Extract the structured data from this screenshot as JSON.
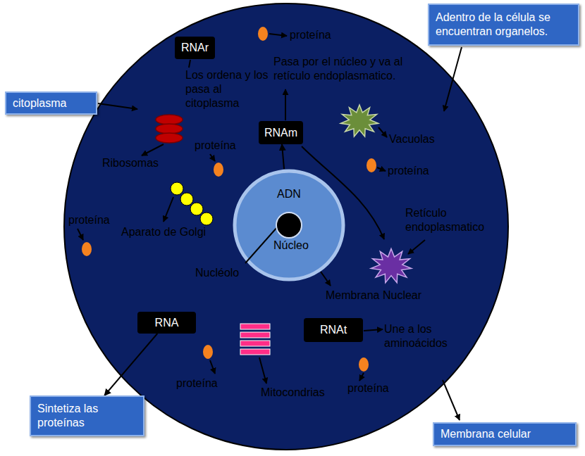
{
  "diagram": {
    "nodes": [
      {
        "text": [
          "Adentro de la célula se encuentran organelos."
        ]
      },
      {
        "text": [
          "RNAr"
        ]
      },
      {
        "text": [
          "citoplasma"
        ]
      },
      {
        "text": [
          "RNAm"
        ]
      },
      {
        "text": [
          "ADN",
          "Núcleo"
        ]
      },
      {
        "text": [
          "RNA"
        ]
      },
      {
        "text": [
          "RNAt"
        ]
      },
      {
        "text": [
          "Sintetiza las proteínas"
        ]
      },
      {
        "text": [
          "Membrana celular"
        ]
      }
    ],
    "edges": [
      {
        "from": 4,
        "to": 3,
        "arrow": "to"
      },
      {
        "from": 5,
        "to": 7,
        "arrow": "to"
      }
    ],
    "labels": [
      "proteína",
      "Los ordena y los pasa al citoplasma",
      "Pasa por el núcleo y va al retículo endoplasmatico.",
      "Ribosomas",
      "proteína",
      "Vacuolas",
      "proteína",
      "proteína",
      "Aparato de Golgi",
      "Retículo endoplasmatico",
      "Nucléolo",
      "Membrana Nuclear",
      "Une a los aminoácidos",
      "proteína",
      "Mitocondrias",
      "proteína"
    ]
  }
}
